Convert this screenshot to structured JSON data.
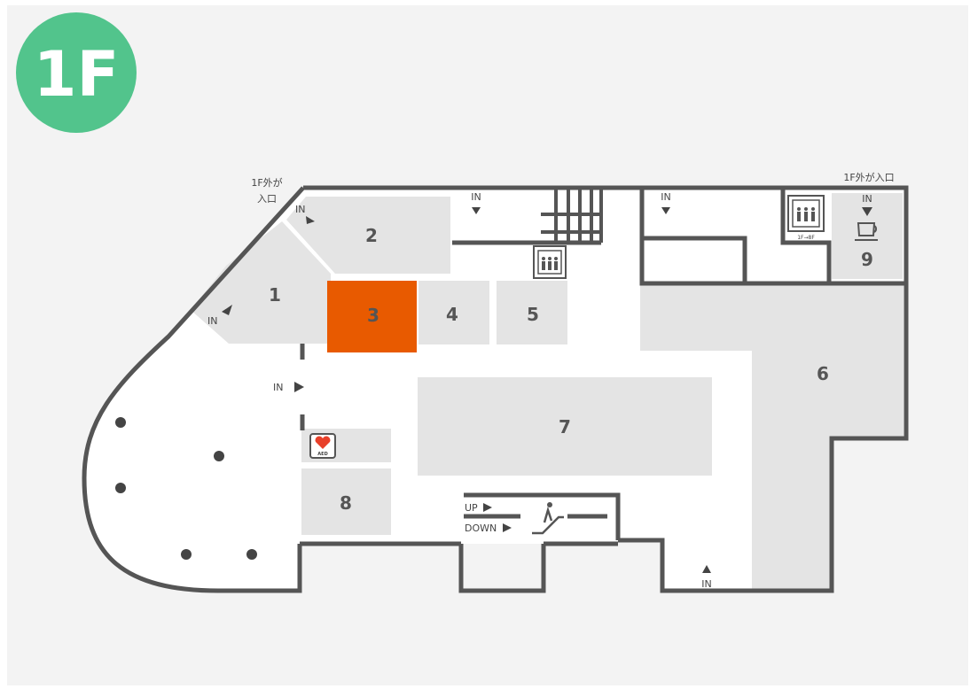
{
  "floor": {
    "label": "1F",
    "badge_color": "#52c48c"
  },
  "colors": {
    "highlight": "#e85a00",
    "store": "#e4e4e4",
    "wall": "#555555",
    "background": "#f3f3f3"
  },
  "stores": [
    {
      "id": "1",
      "label": "1"
    },
    {
      "id": "2",
      "label": "2"
    },
    {
      "id": "3",
      "label": "3",
      "highlighted": true
    },
    {
      "id": "4",
      "label": "4"
    },
    {
      "id": "5",
      "label": "5"
    },
    {
      "id": "6",
      "label": "6"
    },
    {
      "id": "7",
      "label": "7"
    },
    {
      "id": "8",
      "label": "8"
    },
    {
      "id": "9",
      "label": "9"
    }
  ],
  "entrances": {
    "outside_left_line1": "1F外が",
    "outside_left_line2": "入口",
    "outside_right": "1F外が入口",
    "in": "IN"
  },
  "escalator": {
    "up": "UP",
    "down": "DOWN"
  },
  "icons": {
    "aed_label": "AED",
    "elevator_caption": "1F→8F",
    "cafe": "coffee-cup-icon"
  }
}
